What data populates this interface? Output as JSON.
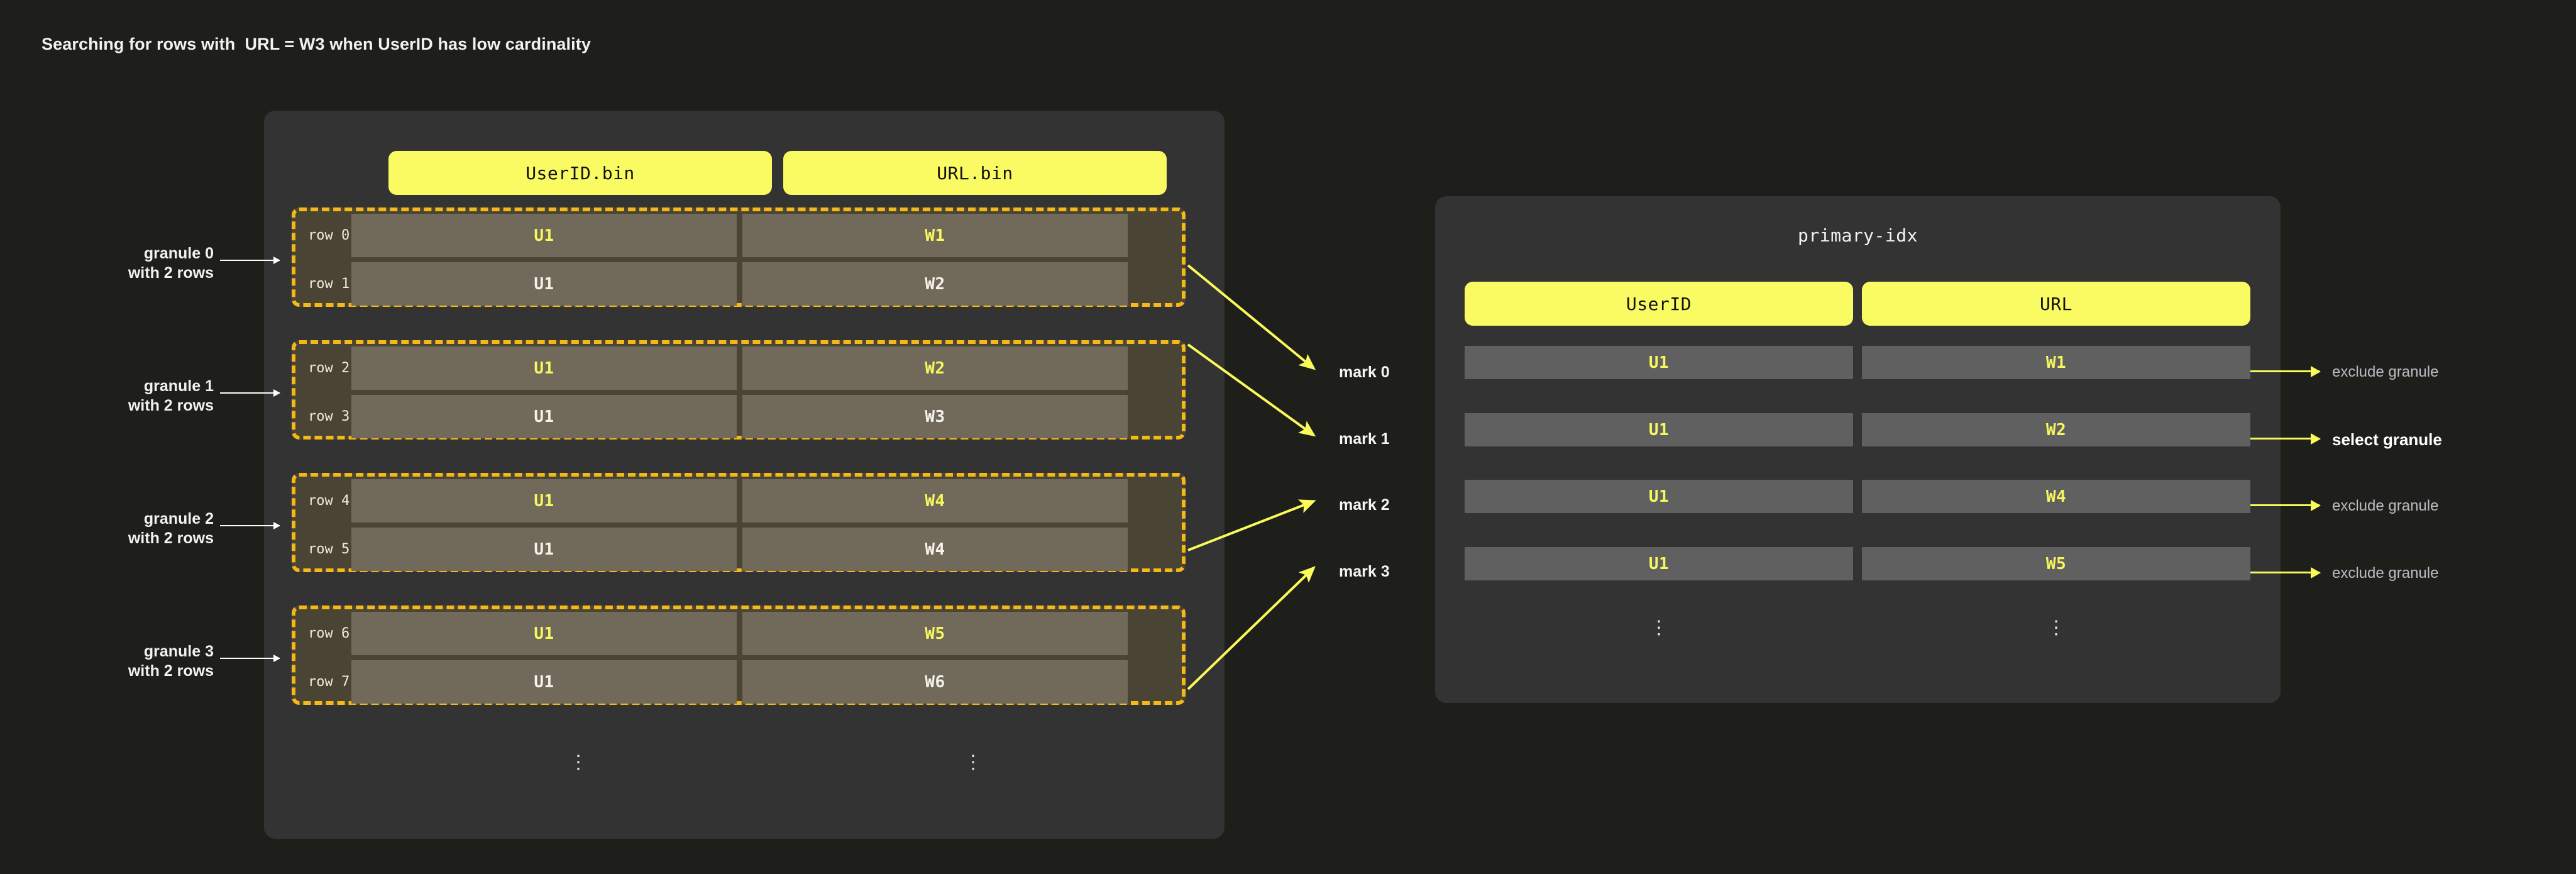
{
  "title": "Searching for rows with  URL = W3 when UserID has low cardinality",
  "colors": {
    "background": "#1e1e1b",
    "panel": "#333333",
    "header_pill": "#fafa63",
    "granule_border": "#f5b917",
    "granule_fill": "#4a4434",
    "data_cell": "#716a5b",
    "index_cell": "#606060",
    "accent_yellow": "#f7f75e",
    "arrow_yellow": "#fafa5a",
    "text_light": "#f2f2ef",
    "text_muted": "#b9bcc2"
  },
  "data_part": {
    "columns": [
      {
        "label": "UserID.bin"
      },
      {
        "label": "URL.bin"
      }
    ],
    "granules": [
      {
        "id": "granule-0",
        "side_label": "granule 0\nwith 2 rows",
        "mark_label": "mark 0",
        "rows": [
          {
            "label": "row 0",
            "userid": "U1",
            "url": "W1",
            "highlight": true
          },
          {
            "label": "row 1",
            "userid": "U1",
            "url": "W2",
            "highlight": false
          }
        ]
      },
      {
        "id": "granule-1",
        "side_label": "granule 1\nwith 2 rows",
        "mark_label": "mark 1",
        "rows": [
          {
            "label": "row 2",
            "userid": "U1",
            "url": "W2",
            "highlight": true
          },
          {
            "label": "row 3",
            "userid": "U1",
            "url": "W3",
            "highlight": false
          }
        ]
      },
      {
        "id": "granule-2",
        "side_label": "granule 2\nwith 2 rows",
        "mark_label": "mark 2",
        "rows": [
          {
            "label": "row 4",
            "userid": "U1",
            "url": "W4",
            "highlight": true
          },
          {
            "label": "row 5",
            "userid": "U1",
            "url": "W4",
            "highlight": false
          }
        ]
      },
      {
        "id": "granule-3",
        "side_label": "granule 3\nwith 2 rows",
        "mark_label": "mark 3",
        "rows": [
          {
            "label": "row 6",
            "userid": "U1",
            "url": "W5",
            "highlight": true
          },
          {
            "label": "row 7",
            "userid": "U1",
            "url": "W6",
            "highlight": false
          }
        ]
      }
    ],
    "continuation": "⋮"
  },
  "primary_index": {
    "title": "primary-idx",
    "columns": [
      {
        "label": "UserID"
      },
      {
        "label": "URL"
      }
    ],
    "rows": [
      {
        "userid": "U1",
        "url": "W1",
        "verdict": "exclude granule",
        "selected": false
      },
      {
        "userid": "U1",
        "url": "W2",
        "verdict": "select granule",
        "selected": true
      },
      {
        "userid": "U1",
        "url": "W4",
        "verdict": "exclude granule",
        "selected": false
      },
      {
        "userid": "U1",
        "url": "W5",
        "verdict": "exclude granule",
        "selected": false
      }
    ],
    "continuation": "⋮"
  }
}
